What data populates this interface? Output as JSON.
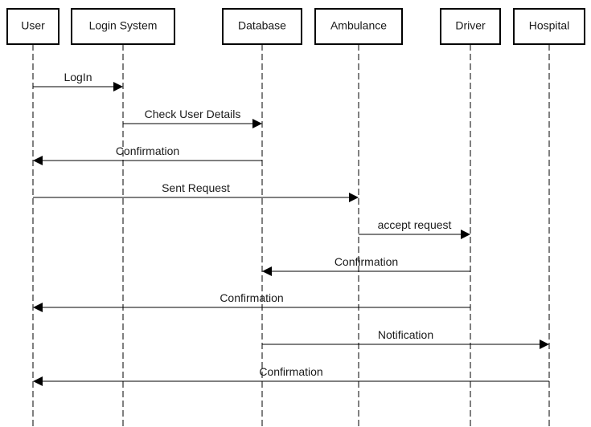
{
  "diagram": {
    "type": "sequence",
    "colors": {
      "line": "#000000",
      "text": "#1a1a1a",
      "box_fill": "#ffffff"
    },
    "actors": [
      {
        "id": "user",
        "label": "User"
      },
      {
        "id": "login",
        "label": "Login System"
      },
      {
        "id": "database",
        "label": "Database"
      },
      {
        "id": "ambulance",
        "label": "Ambulance"
      },
      {
        "id": "driver",
        "label": "Driver"
      },
      {
        "id": "hospital",
        "label": "Hospital"
      }
    ],
    "messages": [
      {
        "from": "user",
        "to": "login",
        "label": "LogIn"
      },
      {
        "from": "login",
        "to": "database",
        "label": "Check User Details"
      },
      {
        "from": "database",
        "to": "user",
        "label": "Confirmation"
      },
      {
        "from": "user",
        "to": "ambulance",
        "label": "Sent Request"
      },
      {
        "from": "ambulance",
        "to": "driver",
        "label": "accept request"
      },
      {
        "from": "driver",
        "to": "database",
        "label": "Confirmation"
      },
      {
        "from": "driver",
        "to": "user",
        "label": "Confirmation"
      },
      {
        "from": "database",
        "to": "hospital",
        "label": "Notification"
      },
      {
        "from": "hospital",
        "to": "user",
        "label": "Confirmation"
      }
    ]
  }
}
